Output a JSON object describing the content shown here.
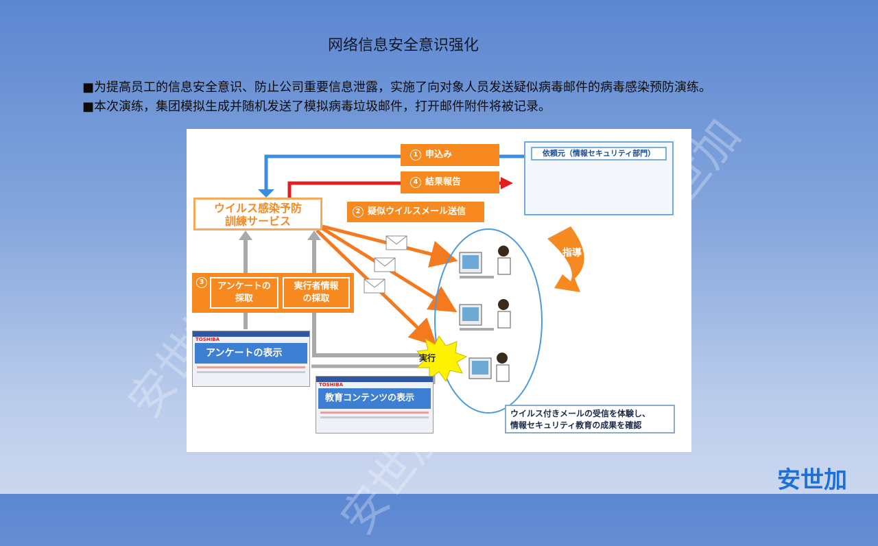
{
  "slide": {
    "title": "网络信息安全意识强化",
    "bullets": [
      "■为提高员工的信息安全意识、防止公司重要信息泄露，实施了向对象人员发送疑似病毒邮件的病毒感染预防演练。",
      "■本次演练，集团模拟生成并随机发送了模拟病毒垃圾邮件，打开邮件附件将被记录。"
    ]
  },
  "diagram": {
    "step1_num": "1",
    "step1_label": "申込み",
    "step4_num": "4",
    "step4_label": "結果報告",
    "step2_num": "2",
    "step2_label": "疑似ウイルスメール送信",
    "step3_num": "3",
    "survey_label_line1": "アンケートの",
    "survey_label_line2": "採取",
    "executor_label_line1": "実行者情報",
    "executor_label_line2": "の採取",
    "service_line1": "ウイルス感染予防",
    "service_line2": "訓練サービス",
    "client_title": "依頼元（情報セキュリティ部門）",
    "instruct_label": "指導",
    "execute_label": "実行",
    "survey_screen_brand": "TOSHIBA",
    "survey_screen_title": "アンケートの表示",
    "content_screen_brand": "TOSHIBA",
    "content_screen_title": "教育コンテンツの表示",
    "note_line1": "ウイルス付きメールの受信を体験し、",
    "note_line2": "情報セキュリティ教育の成果を確認"
  },
  "branding": {
    "logo_text": "安世加",
    "watermark_text": "安世加"
  },
  "colors": {
    "orange": "#f6891f",
    "blue_arrow": "#3c8de0",
    "red_arrow": "#e02020",
    "gray_arrow": "#a9a9a9",
    "logo_blue": "#1e6fd6"
  }
}
